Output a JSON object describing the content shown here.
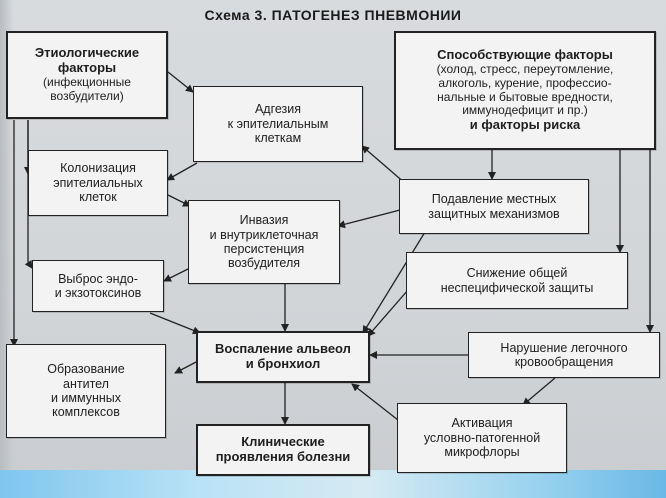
{
  "title": "Схема 3. ПАТОГЕНЕЗ ПНЕВМОНИИ",
  "boxes": {
    "etiology": {
      "title": "Этиологические\nфакторы",
      "subtitle": "(инфекционные\nвозбудители)"
    },
    "adhesion": "Адгезия\nк эпителиальным\nклеткам",
    "risk_factors": {
      "title": "Способствующие факторы",
      "text": "(холод, стресс, переутомление,\nалкоголь, курение, профессио-\nнальные и бытовые вредности,\nиммунодефицит и пр.)",
      "tail": "и факторы риска"
    },
    "colonization": "Колонизация\nэпителиальных\nклеток",
    "local_defense": "Подавление местных\nзащитных механизмов",
    "invasion": "Инвазия\nи внутриклеточная\nперсистенция\nвозбудителя",
    "toxins": "Выброс эндо-\nи экзотоксинов",
    "nonspecific": "Снижение общей\nнеспецифической защиты",
    "inflammation": "Воспаление альвеол\nи бронхиол",
    "antibodies": "Образование\nантител\nи иммунных\nкомплексов",
    "circulation": "Нарушение легочного\nкровообращения",
    "microflora": "Активация\nусловно-патогенной\nмикрофлоры",
    "clinical": "Клинические\nпроявления болезни"
  },
  "colors": {
    "ink": "#222222",
    "box_fill": "#f3f3f3",
    "background": "#d5d8db"
  }
}
